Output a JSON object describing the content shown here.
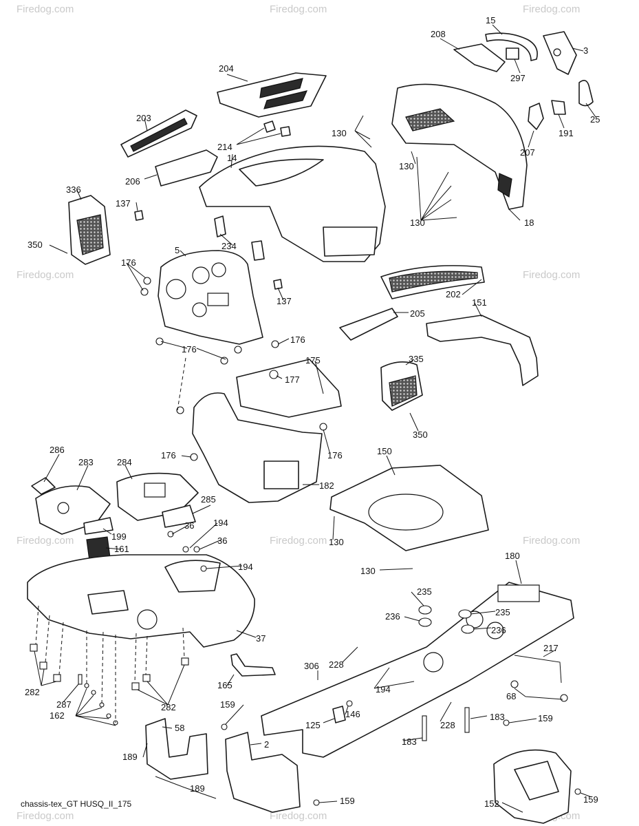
{
  "watermark": "Firedog.com",
  "caption": "chassis-tex_GT HUSQ_II_175",
  "labels": {
    "15": "15",
    "208": "208",
    "3": "3",
    "297": "297",
    "25": "25",
    "191": "191",
    "207": "207",
    "204": "204",
    "203": "203",
    "214": "214",
    "14": "14",
    "206": "206",
    "130": "130",
    "18": "18",
    "336": "336",
    "137": "137",
    "350": "350",
    "5": "5",
    "176": "176",
    "234": "234",
    "202": "202",
    "151": "151",
    "205": "205",
    "175": "175",
    "177": "177",
    "335": "335",
    "182": "182",
    "286": "286",
    "283": "283",
    "284": "284",
    "285": "285",
    "199": "199",
    "161": "161",
    "36": "36",
    "194": "194",
    "150": "150",
    "180": "180",
    "37": "37",
    "235": "235",
    "236": "236",
    "217": "217",
    "306": "306",
    "228": "228",
    "282": "282",
    "287": "287",
    "162": "162",
    "165": "165",
    "68": "68",
    "159": "159",
    "58": "58",
    "2": "2",
    "125": "125",
    "146": "146",
    "183": "183",
    "189": "189",
    "152": "152"
  }
}
